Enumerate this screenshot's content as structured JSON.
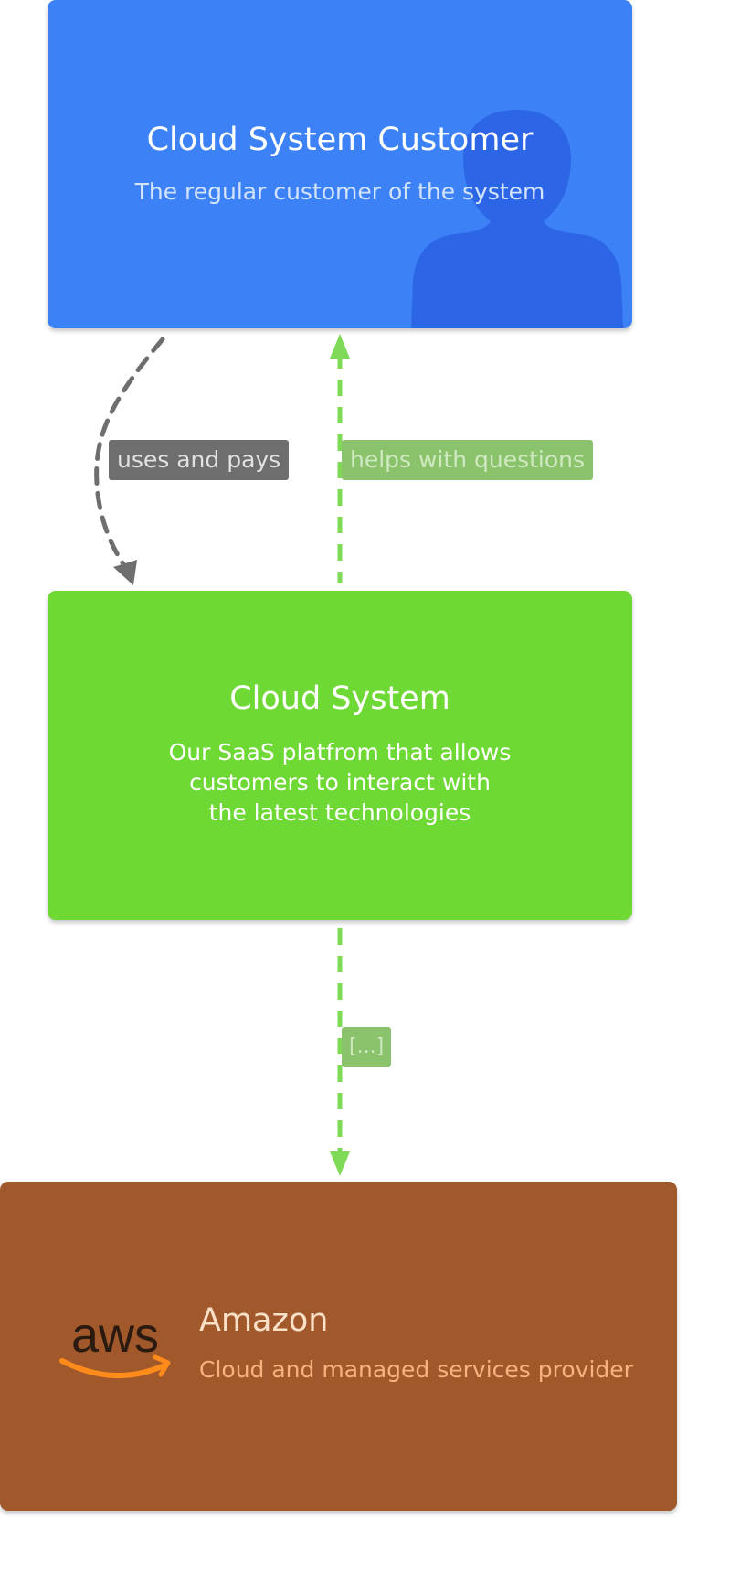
{
  "nodes": {
    "customer": {
      "title": "Cloud System Customer",
      "description": "The regular customer of the system",
      "icon": "person-icon",
      "color": "#3c82f6"
    },
    "system": {
      "title": "Cloud System",
      "description": "Our SaaS platfrom that allows\ncustomers to interact with\nthe latest technologies",
      "color": "#6ed834"
    },
    "amazon": {
      "title": "Amazon",
      "description": "Cloud and managed services provider",
      "icon": "aws-logo-icon",
      "logo_text": "aws",
      "color": "#a1592c"
    }
  },
  "edges": {
    "uses": {
      "label": "uses and pays",
      "from": "Cloud System Customer",
      "to": "Cloud System",
      "color": "#6e6e6e"
    },
    "helps": {
      "label": "helps with questions",
      "from": "Cloud System",
      "to": "Cloud System Customer",
      "color": "#7ed957"
    },
    "other": {
      "label": "[...]",
      "from": "Cloud System",
      "to": "Amazon",
      "color": "#7ed957"
    }
  }
}
